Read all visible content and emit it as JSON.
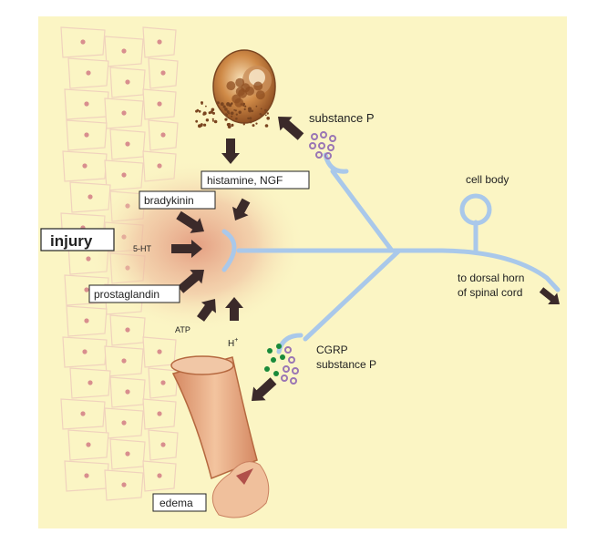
{
  "labels": {
    "injury": "injury",
    "histamine_ngf": "histamine, NGF",
    "bradykinin": "bradykinin",
    "serotonin": "5-HT",
    "prostaglandin": "prostaglandin",
    "atp": "ATP",
    "h_plus": "H",
    "h_plus_sup": "+",
    "substance_p_top": "substance P",
    "cell_body": "cell body",
    "dorsal_horn_line1": "to dorsal horn",
    "dorsal_horn_line2": "of spinal cord",
    "cgrp": "CGRP",
    "substance_p_bottom": "substance P",
    "edema": "edema"
  },
  "colors": {
    "background": "#fbf5c4",
    "nerve": "#a9c8ea",
    "arrow": "#3b2a2a",
    "injury_glow": "#e8a48a",
    "vessel": "#e8a780",
    "tissue_cell": "#f3d9c4",
    "nucleus": "#d88e8e",
    "vesicle_purple": "#9a76b4",
    "vesicle_green": "#1a8a3a",
    "mast_cell": "#c07a3c"
  },
  "icons": {
    "arrows": "dark-block-arrow",
    "mast_cell": "mast-cell-icon",
    "vessel": "blood-vessel-icon"
  }
}
